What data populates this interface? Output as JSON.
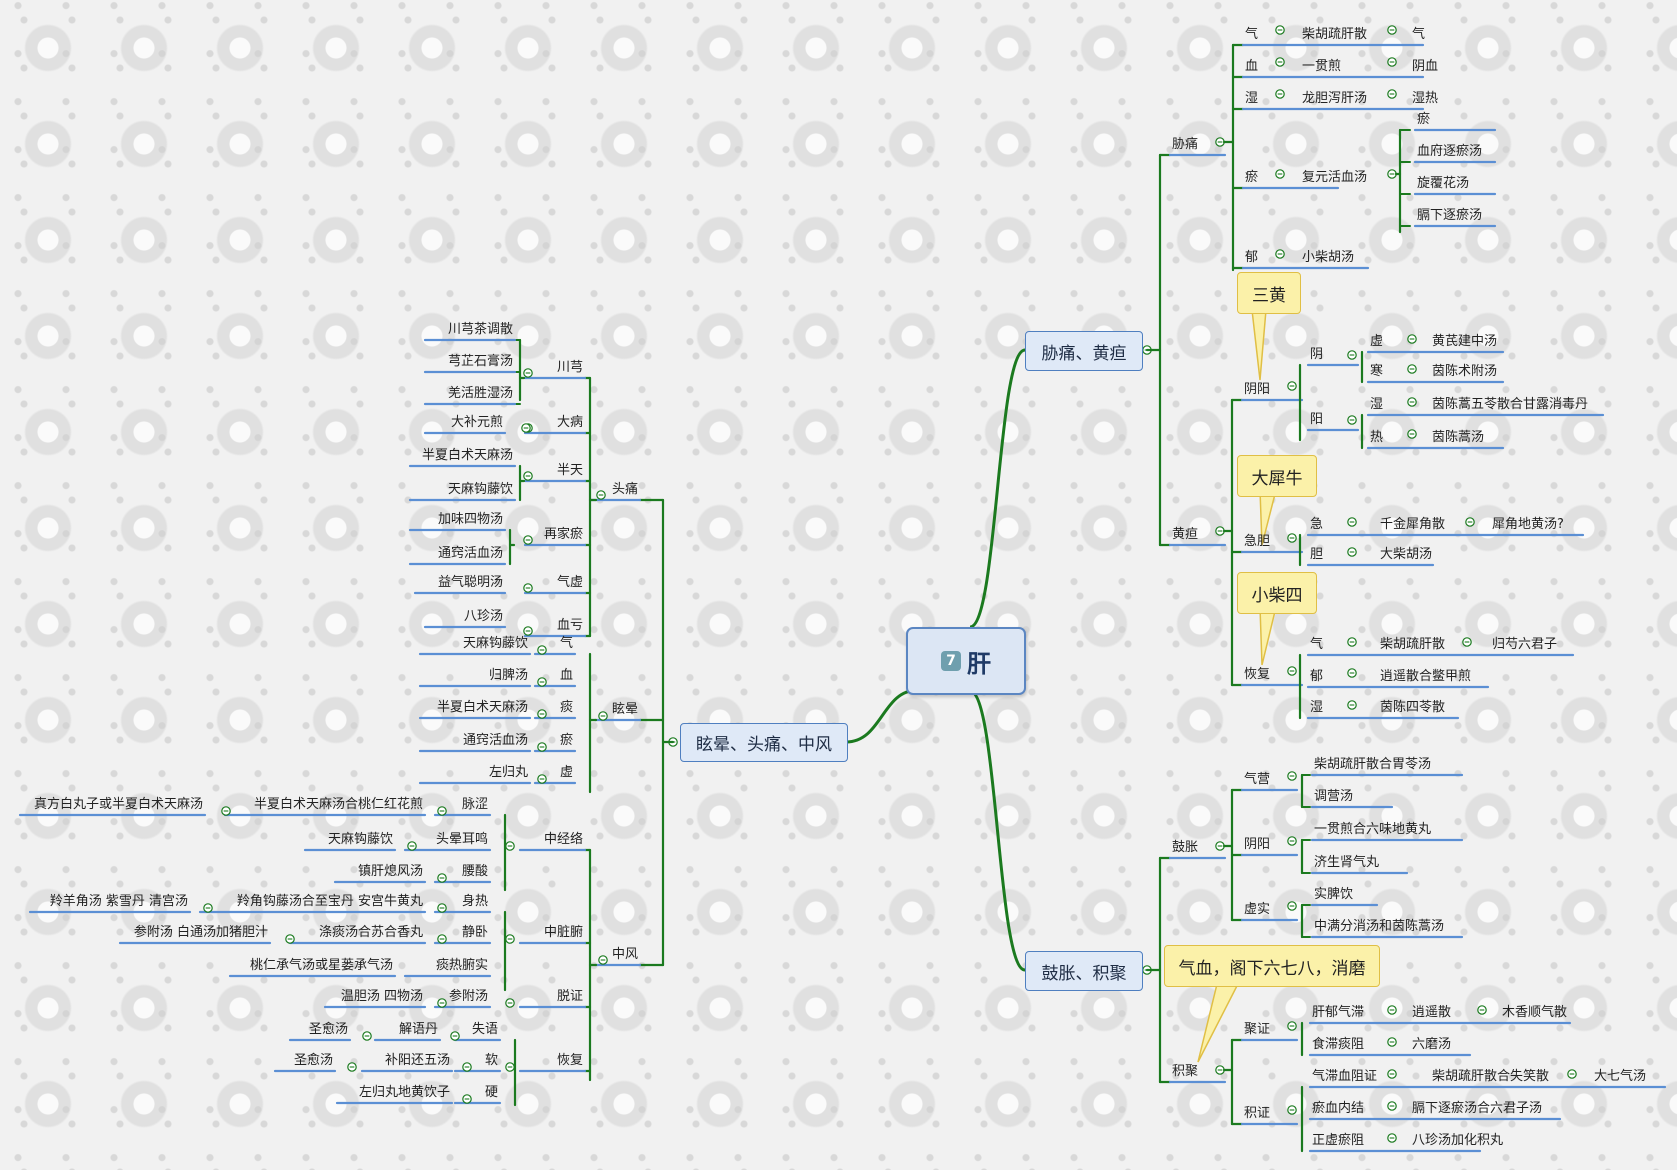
{
  "root": {
    "badge": "7",
    "label": "肝"
  },
  "branches": {
    "xuanyun": "眩晕、头痛、中风",
    "xietong": "胁痛、黄疸",
    "guzhang": "鼓胀、积聚"
  },
  "callouts": {
    "sanhuang": "三黄",
    "daxiniu": "大犀牛",
    "xiaochaisi": "小柴四",
    "qixue": "气血，阁下六七八，消磨"
  },
  "left": {
    "toutong": "头痛",
    "chuanxiong": "川芎",
    "chuanxiong_items": [
      "川芎茶调散",
      "芎芷石膏汤",
      "羌活胜湿汤"
    ],
    "dabing": "大病",
    "dabing_item": "大补元煎",
    "bantian": "半天",
    "bantian_items": [
      "半夏白术天麻汤",
      "天麻钩藤饮"
    ],
    "zaijiayu": "再家瘀",
    "zaijiayu_items": [
      "加味四物汤",
      "通窍活血汤"
    ],
    "qixu": "气虚",
    "qixu_item": "益气聪明汤",
    "xuekui": "血亏",
    "xuekui_item": "八珍汤",
    "xuanyun": "眩晕",
    "xuanyun_rows": [
      [
        "天麻钩藤饮",
        "气"
      ],
      [
        "归脾汤",
        "血"
      ],
      [
        "半夏白术天麻汤",
        "痰"
      ],
      [
        "通窍活血汤",
        "瘀"
      ],
      [
        "左归丸",
        "虚"
      ]
    ],
    "zhongfeng": "中风",
    "zhongjingluo": "中经络",
    "zjl_rows": [
      [
        "真方白丸子或半夏白术天麻汤",
        "半夏白术天麻汤合桃仁红花煎",
        "脉涩"
      ],
      [
        "天麻钩藤饮",
        "头晕耳鸣"
      ],
      [
        "镇肝熄风汤",
        "腰酸"
      ]
    ],
    "zhongzangfu": "中脏腑",
    "zzf_rows": [
      [
        "羚羊角汤 紫雪丹 清宫汤",
        "羚角钩藤汤合至宝丹 安宫牛黄丸",
        "身热"
      ],
      [
        "参附汤 白通汤加猪胆汁",
        "涤痰汤合苏合香丸",
        "静卧"
      ],
      [
        "桃仁承气汤或星蒌承气汤",
        "痰热腑实"
      ]
    ],
    "tuozheng": "脱证",
    "tuozheng_row": [
      "温胆汤 四物汤",
      "参附汤"
    ],
    "huifu": "恢复",
    "huifu_rows": [
      [
        "圣愈汤",
        "解语丹",
        "失语"
      ],
      [
        "圣愈汤",
        "补阳还五汤",
        "软"
      ],
      [
        "左归丸地黄饮子",
        "硬"
      ]
    ]
  },
  "right": {
    "xietong": "胁痛",
    "xt_rows": [
      [
        "气",
        "柴胡疏肝散",
        "气"
      ],
      [
        "血",
        "一贯煎",
        "阴血"
      ],
      [
        "湿",
        "龙胆泻肝汤",
        "湿热"
      ],
      [
        "郁",
        "小柴胡汤"
      ]
    ],
    "yu": "瘀",
    "yu_fang": "复元活血汤",
    "yu_items": [
      "瘀",
      "血府逐瘀汤",
      "旋覆花汤",
      "膈下逐瘀汤"
    ],
    "huangdan": "黄疸",
    "yinyang": "阴阳",
    "yin": "阴",
    "yang": "阳",
    "yin_rows": [
      [
        "虚",
        "黄芪建中汤"
      ],
      [
        "寒",
        "茵陈术附汤"
      ]
    ],
    "yang_rows": [
      [
        "湿",
        "茵陈蒿五苓散合甘露消毒丹"
      ],
      [
        "热",
        "茵陈蒿汤"
      ]
    ],
    "jidan": "急胆",
    "jidan_rows": [
      [
        "急",
        "千金犀角散",
        "犀角地黄汤?"
      ],
      [
        "胆",
        "大柴胡汤"
      ]
    ],
    "huifu": "恢复",
    "huifu_rows": [
      [
        "气",
        "柴胡疏肝散",
        "归芍六君子"
      ],
      [
        "郁",
        "逍遥散合鳖甲煎"
      ],
      [
        "湿",
        "茵陈四苓散"
      ]
    ],
    "guzhang": "鼓胀",
    "qiying": "气营",
    "qiying_items": [
      "柴胡疏肝散合胃苓汤",
      "调营汤"
    ],
    "gz_yinyang": "阴阳",
    "gz_yinyang_items": [
      "一贯煎合六味地黄丸",
      "济生肾气丸"
    ],
    "xushi": "虚实",
    "xushi_items": [
      "实脾饮",
      "中满分消汤和茵陈蒿汤"
    ],
    "jiju": "积聚",
    "juzheng": "聚证",
    "juzheng_rows": [
      [
        "肝郁气滞",
        "逍遥散",
        "木香顺气散"
      ],
      [
        "食滞痰阻",
        "六磨汤"
      ]
    ],
    "jizheng": "积证",
    "jizheng_rows": [
      [
        "气滞血阻证",
        "柴胡疏肝散合失笑散",
        "大七气汤"
      ],
      [
        "瘀血内结",
        "膈下逐瘀汤合六君子汤"
      ],
      [
        "正虚瘀阻",
        "八珍汤加化积丸"
      ]
    ]
  }
}
